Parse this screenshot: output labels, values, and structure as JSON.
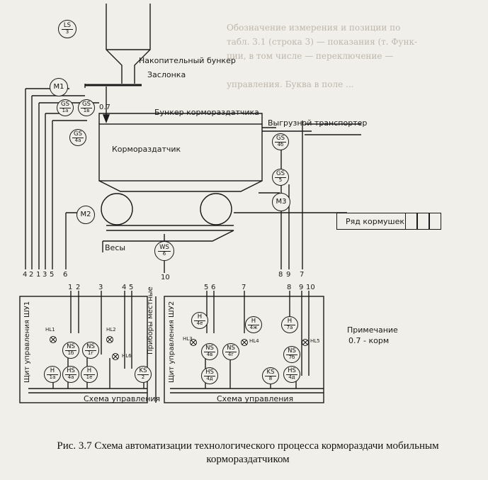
{
  "ghost": [
    "Обозначение измерения и позиции по",
    "табл. 3.1 (строка 3) — показания (т. Функ-",
    "ции, в том числе — переключение —",
    "управления. Буква в поле ..."
  ],
  "labels": {
    "storage_bunker": "Накопительный бункер",
    "gate": "Заслонка",
    "feeder_bunker": "Бункер кормораздатчика",
    "unloading_conveyor": "Выгрузной транспортер",
    "feeder": "Кормораздатчик",
    "trough_row": "Ряд кормушек",
    "scales": "Весы",
    "flow": "0.7",
    "local_devices": "Приборы местные",
    "panel1": "Щит управления ШУ1",
    "panel2": "Щит управления ШУ2",
    "scheme1": "Схема управления",
    "scheme2": "Схема управления",
    "note_title": "Примечание",
    "note_text": "0.7 - корм"
  },
  "instruments": {
    "ls3": {
      "a": "LS",
      "b": "3"
    },
    "gs1a": {
      "a": "GS",
      "b": "1a"
    },
    "gs1b": {
      "a": "GS",
      "b": "1в"
    },
    "gs4a": {
      "a": "GS",
      "b": "4a"
    },
    "gs4b": {
      "a": "GS",
      "b": "4б"
    },
    "gs5": {
      "a": "GS",
      "b": "5"
    },
    "ws6": {
      "a": "WS",
      "b": "6"
    },
    "m1": {
      "a": "M1"
    },
    "m2": {
      "a": "M2"
    },
    "m3": {
      "a": "M3"
    },
    "ns1b": {
      "a": "NS",
      "b": "1б"
    },
    "ns1r": {
      "a": "NS",
      "b": "1г"
    },
    "h1a": {
      "a": "H",
      "b": "1a"
    },
    "hs4a_1": {
      "a": "HS",
      "b": "4a"
    },
    "h1e": {
      "a": "H",
      "b": "1e"
    },
    "ks2": {
      "a": "KS",
      "b": "2"
    },
    "h4e": {
      "a": "H",
      "b": "4e"
    },
    "ns4b": {
      "a": "NS",
      "b": "4в"
    },
    "ns4r": {
      "a": "NS",
      "b": "4г"
    },
    "hs4d": {
      "a": "HS",
      "b": "4д"
    },
    "h4zh": {
      "a": "H",
      "b": "4ж"
    },
    "ks8": {
      "a": "KS",
      "b": "8"
    },
    "h7a": {
      "a": "H",
      "b": "7a"
    },
    "ns7b": {
      "a": "NS",
      "b": "7б"
    },
    "hs4d2": {
      "a": "HS",
      "b": "4д"
    }
  },
  "lamps": [
    "HL1",
    "HL2",
    "HL6",
    "HL3",
    "HL4",
    "HL5"
  ],
  "line_numbers_left": [
    "4",
    "2",
    "1",
    "3",
    "5",
    "6"
  ],
  "line_numbers_right": [
    "8",
    "9",
    "7"
  ],
  "line_number_center": "10",
  "panel_numbers": [
    "1",
    "2",
    "3",
    "4",
    "5",
    "5",
    "6",
    "7",
    "8",
    "9",
    "10"
  ],
  "caption": "Рис. 3.7 Схема автоматизации технологического процесса кормораздачи мобильным кормораздатчиком"
}
